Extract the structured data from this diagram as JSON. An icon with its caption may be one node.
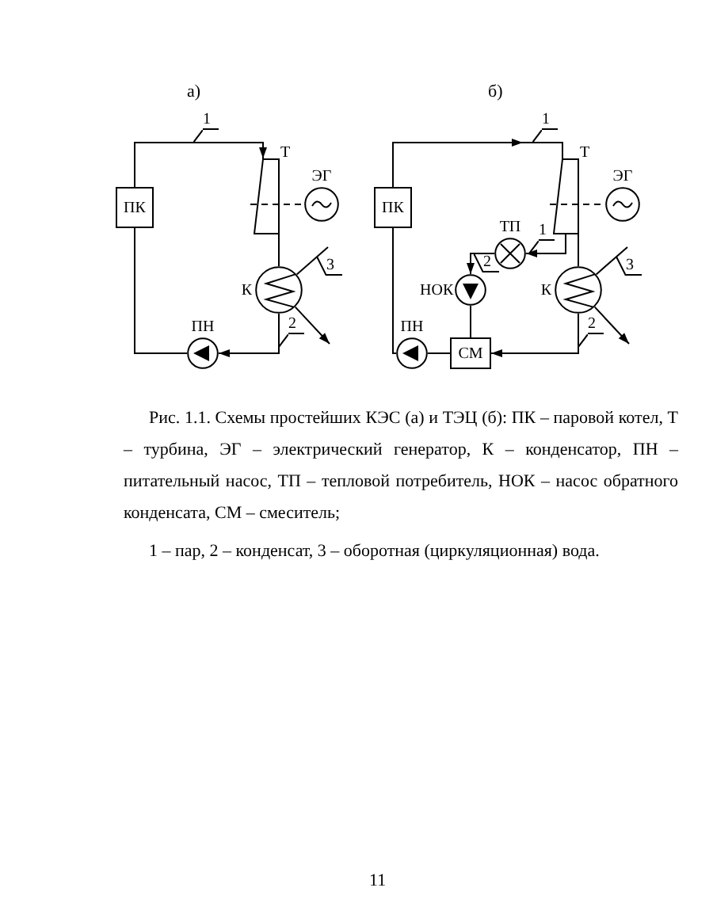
{
  "diagram": {
    "caption": "Рис. 1.1. Схемы простейших КЭС (а) и ТЭЦ (б): ПК – паровой котел, Т – турбина, ЭГ – электрический генератор, К – конденсатор, ПН – питательный насос, ТП – тепловой потребитель, НОК – насос обратного конденсата, СМ – смеситель;",
    "nodes": [
      {
        "text": [
          "ПК"
        ]
      },
      {
        "text": [
          "Т"
        ]
      },
      {
        "text": [
          "ЭГ"
        ]
      },
      {
        "text": [
          "К"
        ]
      },
      {
        "text": [
          "ПН"
        ]
      },
      {
        "text": [
          "ПК"
        ]
      },
      {
        "text": [
          "Т"
        ]
      },
      {
        "text": [
          "ЭГ"
        ]
      },
      {
        "text": [
          "ТП"
        ]
      },
      {
        "text": [
          "НОК"
        ]
      },
      {
        "text": [
          "СМ"
        ]
      },
      {
        "text": [
          "ПН"
        ]
      },
      {
        "text": [
          "К"
        ]
      }
    ],
    "edges": [
      {
        "from": 0,
        "to": 1,
        "arrow": "to",
        "label": "1"
      },
      {
        "from": 1,
        "to": 2,
        "arrow": "none",
        "style": "dashed"
      },
      {
        "from": 1,
        "to": 3,
        "arrow": "none"
      },
      {
        "from": 3,
        "to": 4,
        "arrow": "to",
        "label": "2"
      },
      {
        "from": 4,
        "to": 0,
        "arrow": "none"
      },
      {
        "from": null,
        "to": 3,
        "arrow": "none",
        "label": "3"
      },
      {
        "from": 3,
        "to": null,
        "arrow": "to"
      },
      {
        "from": 5,
        "to": 6,
        "arrow": "to",
        "label": "1"
      },
      {
        "from": 6,
        "to": 7,
        "arrow": "none",
        "style": "dashed"
      },
      {
        "from": 6,
        "to": 8,
        "arrow": "to",
        "label": "1"
      },
      {
        "from": 8,
        "to": 9,
        "arrow": "to",
        "label": "2"
      },
      {
        "from": 9,
        "to": 10,
        "arrow": "none"
      },
      {
        "from": 6,
        "to": 12,
        "arrow": "none"
      },
      {
        "from": 12,
        "to": 10,
        "arrow": "to",
        "label": "2"
      },
      {
        "from": 10,
        "to": 11,
        "arrow": "none"
      },
      {
        "from": 11,
        "to": 5,
        "arrow": "none"
      },
      {
        "from": null,
        "to": 12,
        "arrow": "none",
        "label": "3"
      },
      {
        "from": 12,
        "to": null,
        "arrow": "to"
      }
    ],
    "labels": [
      "а)",
      "б)",
      "1 – пар, 2 – конденсат, 3 – оборотная (циркуляционная) вода.",
      "11"
    ]
  }
}
